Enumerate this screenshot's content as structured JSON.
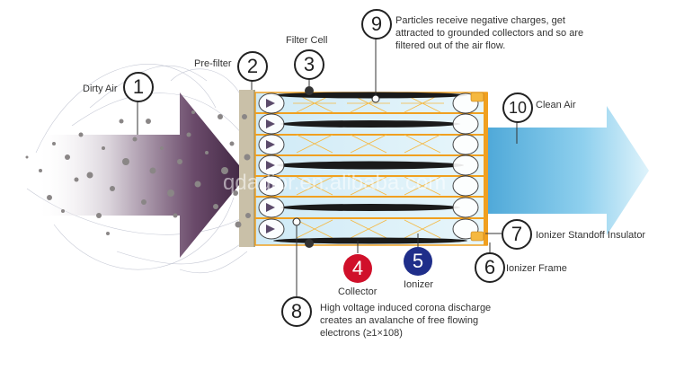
{
  "labels": {
    "dirty_air": "Dirty Air",
    "pre_filter": "Pre-filter",
    "filter_cell": "Filter Cell",
    "clean_air": "Clean  Air",
    "collector": "Collector",
    "ionizer": "Ionizer",
    "ionizer_standoff": "Ionizer Standoff Insulator",
    "ionizer_frame": "Ionizer Frame"
  },
  "numbers": {
    "n1": "1",
    "n2": "2",
    "n3": "3",
    "n4": "4",
    "n5": "5",
    "n6": "6",
    "n7": "7",
    "n8": "8",
    "n9": "9",
    "n10": "10"
  },
  "notes": {
    "note9": "Particles receive negative charges, get attracted to grounded collectors and so are filtered out of the air flow.",
    "note8": "High voltage induced corona discharge creates an avalanche of free flowing electrons (≥1×108)"
  },
  "watermark": "qdadior.en.alibaba.com",
  "colors": {
    "collector_red": "#d0102a",
    "ionizer_blue": "#1f2e8a",
    "frame_orange": "#f0a020",
    "dirty_arrow": "#5a3a5a",
    "clean_arrow": "#7ec8ea"
  }
}
